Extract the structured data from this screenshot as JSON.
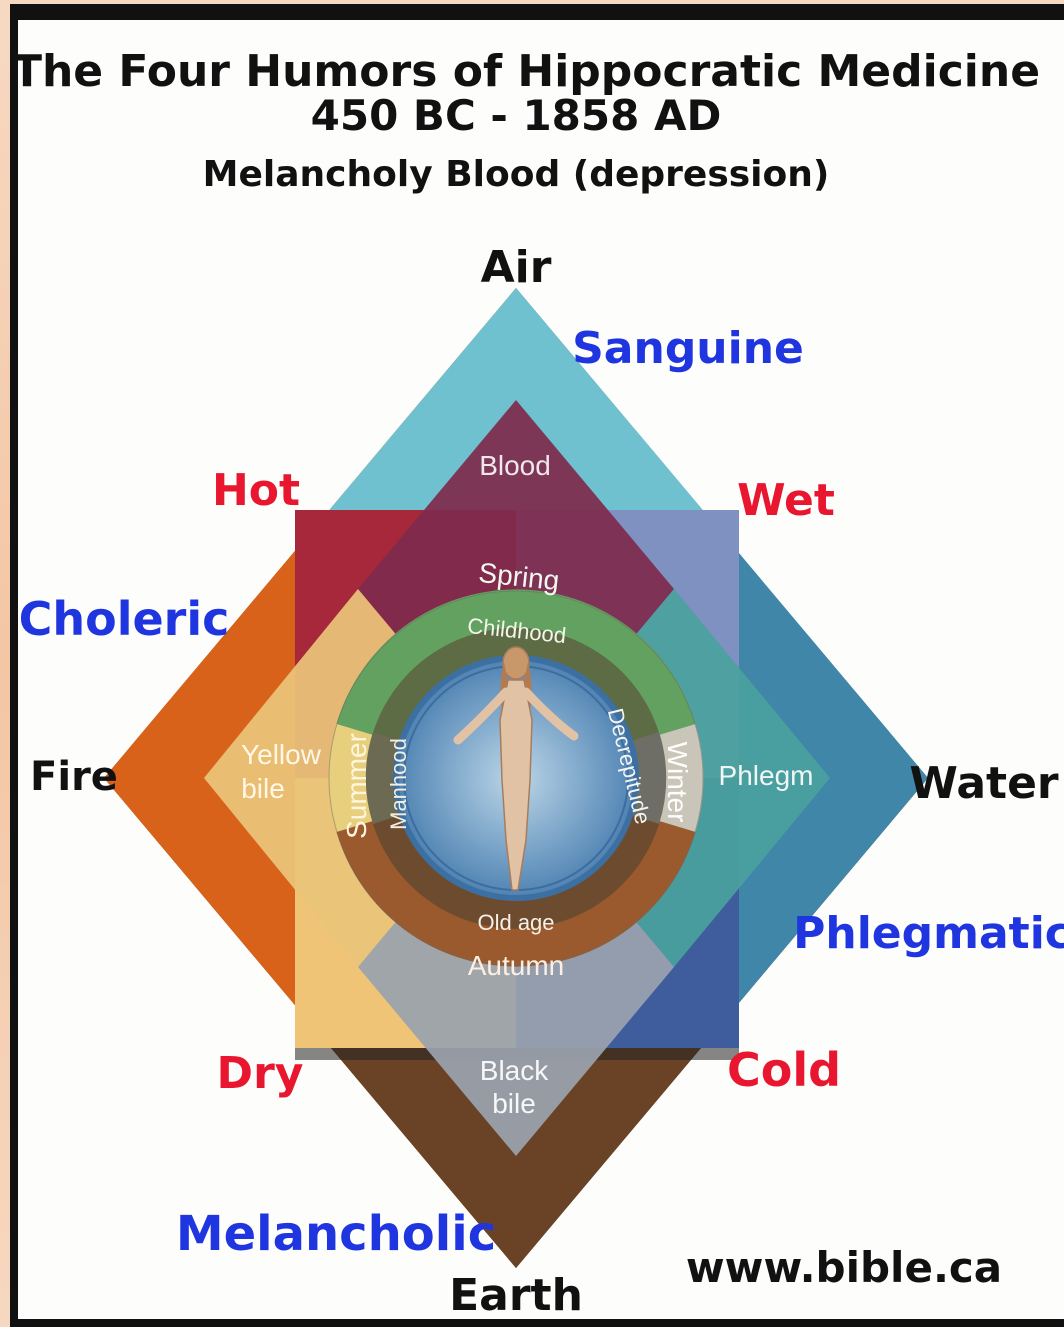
{
  "title": "The Four Humors of Hippocratic Medicine",
  "dates": "450 BC - 1858 AD",
  "subtitle": "Melancholy Blood (depression)",
  "elements": {
    "air": "Air",
    "fire": "Fire",
    "water": "Water",
    "earth": "Earth"
  },
  "temperaments": {
    "sanguine": "Sanguine",
    "choleric": "Choleric",
    "phlegmatic": "Phlegmatic",
    "melancholic": "Melancholic"
  },
  "qualities": {
    "hot": "Hot",
    "wet": "Wet",
    "dry": "Dry",
    "cold": "Cold"
  },
  "humors": {
    "blood": "Blood",
    "yellow_bile_1": "Yellow",
    "yellow_bile_2": "bile",
    "phlegm": "Phlegm",
    "black_bile_1": "Black",
    "black_bile_2": "bile"
  },
  "seasons": {
    "spring": "Spring",
    "summer": "Summer",
    "winter": "Winter",
    "autumn": "Autumn"
  },
  "ages": {
    "childhood": "Childhood",
    "manhood": "Manhood",
    "decrepitude": "Decrepitude",
    "old_age": "Old age"
  },
  "website": "www.bible.ca",
  "colors": {
    "temperament": "#1f35e0",
    "quality": "#e8162f",
    "air": "#6fc1cf",
    "fire": "#d9621a",
    "water": "#3f86a8",
    "earth": "#6a4326",
    "blood": "#7e2b4c",
    "yellow_bile": "#e9c47a",
    "phlegm": "#4aa19e",
    "black_bile": "#9aa3ae",
    "hot_square": "#a8283b",
    "wet_square": "#7e91c0",
    "dry_square": "#f0c477",
    "cold_square": "#3f5c9c"
  }
}
